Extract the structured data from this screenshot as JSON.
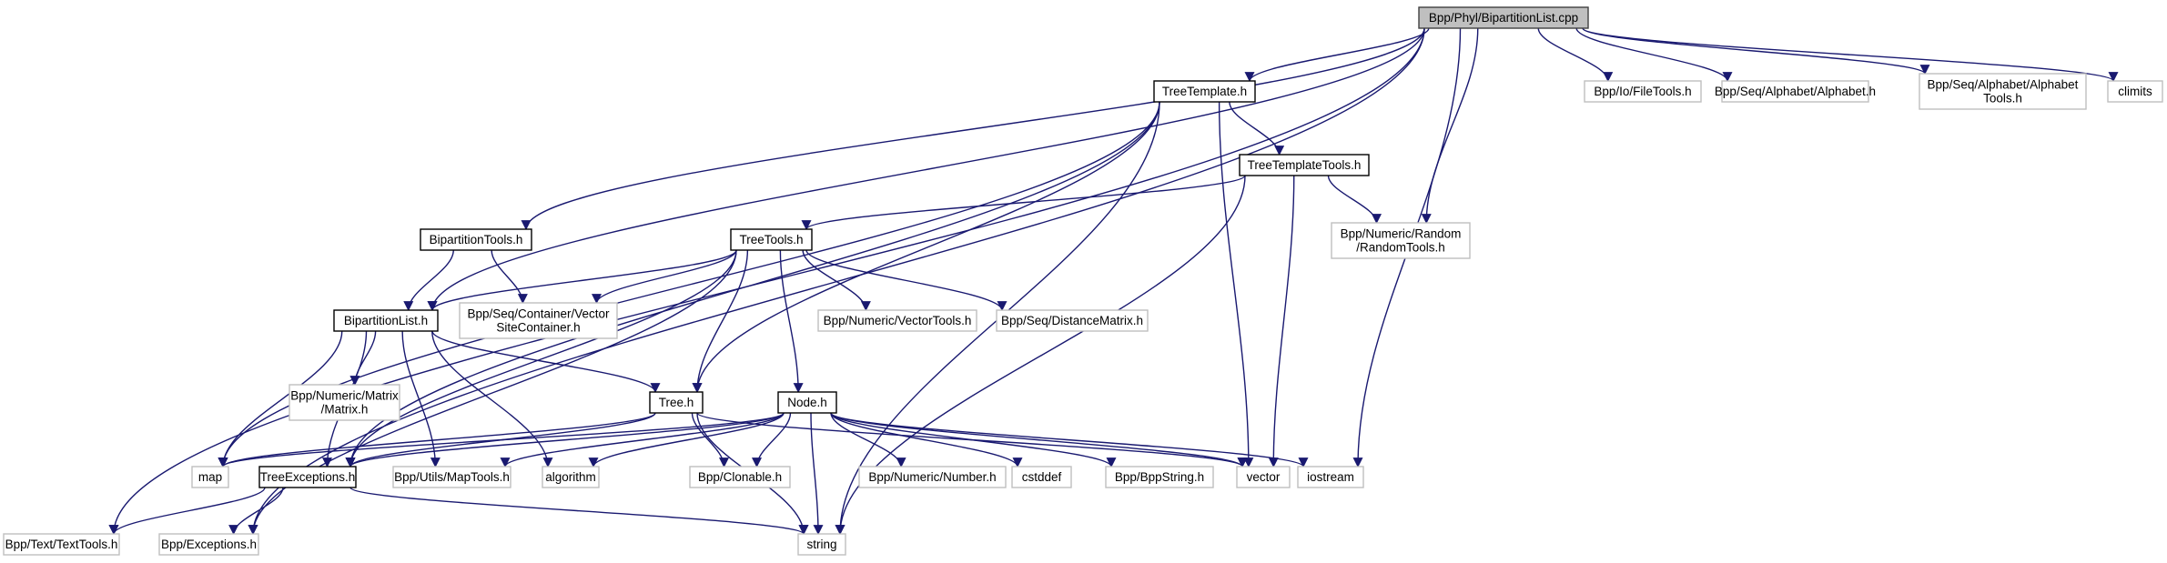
{
  "title": "Include dependency graph for Bpp/Phyl/BipartitionList.cpp",
  "colors": {
    "edge": "#191970",
    "root_fill": "#bfbfbf",
    "root_border": "#404040",
    "internal_fill": "#ffffff",
    "internal_border": "#000000",
    "external_fill": "#ffffff",
    "external_border": "#bfbfbf"
  },
  "nodes": [
    {
      "id": "root",
      "lines": [
        "Bpp/Phyl/BipartitionList.cpp"
      ],
      "kind": "root"
    },
    {
      "id": "TreeTemplate",
      "lines": [
        "TreeTemplate.h"
      ],
      "kind": "internal"
    },
    {
      "id": "FileTools",
      "lines": [
        "Bpp/Io/FileTools.h"
      ],
      "kind": "external"
    },
    {
      "id": "Alphabet",
      "lines": [
        "Bpp/Seq/Alphabet/Alphabet.h"
      ],
      "kind": "external"
    },
    {
      "id": "AlphabetTools",
      "lines": [
        "Bpp/Seq/Alphabet/Alphabet",
        "Tools.h"
      ],
      "kind": "external"
    },
    {
      "id": "climits",
      "lines": [
        "climits"
      ],
      "kind": "external"
    },
    {
      "id": "TreeTemplateTools",
      "lines": [
        "TreeTemplateTools.h"
      ],
      "kind": "internal"
    },
    {
      "id": "RandomTools",
      "lines": [
        "Bpp/Numeric/Random",
        "/RandomTools.h"
      ],
      "kind": "external"
    },
    {
      "id": "BipartitionTools",
      "lines": [
        "BipartitionTools.h"
      ],
      "kind": "internal"
    },
    {
      "id": "TreeTools",
      "lines": [
        "TreeTools.h"
      ],
      "kind": "internal"
    },
    {
      "id": "BipartitionList",
      "lines": [
        "BipartitionList.h"
      ],
      "kind": "internal"
    },
    {
      "id": "VectorSiteContainer",
      "lines": [
        "Bpp/Seq/Container/Vector",
        "SiteContainer.h"
      ],
      "kind": "external"
    },
    {
      "id": "VectorTools",
      "lines": [
        "Bpp/Numeric/VectorTools.h"
      ],
      "kind": "external"
    },
    {
      "id": "DistanceMatrix",
      "lines": [
        "Bpp/Seq/DistanceMatrix.h"
      ],
      "kind": "external"
    },
    {
      "id": "Matrix",
      "lines": [
        "Bpp/Numeric/Matrix",
        "/Matrix.h"
      ],
      "kind": "external"
    },
    {
      "id": "Tree",
      "lines": [
        "Tree.h"
      ],
      "kind": "internal"
    },
    {
      "id": "Node",
      "lines": [
        "Node.h"
      ],
      "kind": "internal"
    },
    {
      "id": "map",
      "lines": [
        "map"
      ],
      "kind": "external"
    },
    {
      "id": "TreeExceptions",
      "lines": [
        "TreeExceptions.h"
      ],
      "kind": "internal"
    },
    {
      "id": "MapTools",
      "lines": [
        "Bpp/Utils/MapTools.h"
      ],
      "kind": "external"
    },
    {
      "id": "algorithm",
      "lines": [
        "algorithm"
      ],
      "kind": "external"
    },
    {
      "id": "Clonable",
      "lines": [
        "Bpp/Clonable.h"
      ],
      "kind": "external"
    },
    {
      "id": "Number",
      "lines": [
        "Bpp/Numeric/Number.h"
      ],
      "kind": "external"
    },
    {
      "id": "cstddef",
      "lines": [
        "cstddef"
      ],
      "kind": "external"
    },
    {
      "id": "BppString",
      "lines": [
        "Bpp/BppString.h"
      ],
      "kind": "external"
    },
    {
      "id": "vector",
      "lines": [
        "vector"
      ],
      "kind": "external"
    },
    {
      "id": "iostream",
      "lines": [
        "iostream"
      ],
      "kind": "external"
    },
    {
      "id": "TextTools",
      "lines": [
        "Bpp/Text/TextTools.h"
      ],
      "kind": "external"
    },
    {
      "id": "Exceptions",
      "lines": [
        "Bpp/Exceptions.h"
      ],
      "kind": "external"
    },
    {
      "id": "string",
      "lines": [
        "string"
      ],
      "kind": "external"
    }
  ],
  "edges": [
    [
      "root",
      "TreeTemplate"
    ],
    [
      "root",
      "FileTools"
    ],
    [
      "root",
      "Alphabet"
    ],
    [
      "root",
      "AlphabetTools"
    ],
    [
      "root",
      "climits"
    ],
    [
      "root",
      "RandomTools"
    ],
    [
      "root",
      "iostream"
    ],
    [
      "root",
      "BipartitionTools"
    ],
    [
      "root",
      "BipartitionList"
    ],
    [
      "root",
      "TextTools"
    ],
    [
      "root",
      "Exceptions"
    ],
    [
      "TreeTemplate",
      "TreeTemplateTools"
    ],
    [
      "TreeTemplate",
      "vector"
    ],
    [
      "TreeTemplate",
      "string"
    ],
    [
      "TreeTemplate",
      "Tree"
    ],
    [
      "TreeTemplate",
      "map"
    ],
    [
      "TreeTemplate",
      "TreeExceptions"
    ],
    [
      "TreeTemplateTools",
      "TreeTools"
    ],
    [
      "TreeTemplateTools",
      "RandomTools"
    ],
    [
      "TreeTemplateTools",
      "vector"
    ],
    [
      "TreeTemplateTools",
      "string"
    ],
    [
      "BipartitionTools",
      "BipartitionList"
    ],
    [
      "BipartitionTools",
      "VectorSiteContainer"
    ],
    [
      "TreeTools",
      "BipartitionList"
    ],
    [
      "TreeTools",
      "VectorSiteContainer"
    ],
    [
      "TreeTools",
      "VectorTools"
    ],
    [
      "TreeTools",
      "DistanceMatrix"
    ],
    [
      "TreeTools",
      "Tree"
    ],
    [
      "TreeTools",
      "Node"
    ],
    [
      "TreeTools",
      "TreeExceptions"
    ],
    [
      "TreeTools",
      "Exceptions"
    ],
    [
      "BipartitionList",
      "Matrix"
    ],
    [
      "BipartitionList",
      "Tree"
    ],
    [
      "BipartitionList",
      "map"
    ],
    [
      "BipartitionList",
      "MapTools"
    ],
    [
      "BipartitionList",
      "algorithm"
    ],
    [
      "BipartitionList",
      "TreeExceptions"
    ],
    [
      "Tree",
      "map"
    ],
    [
      "Tree",
      "TreeExceptions"
    ],
    [
      "Tree",
      "Clonable"
    ],
    [
      "Tree",
      "string"
    ],
    [
      "Tree",
      "vector"
    ],
    [
      "Node",
      "map"
    ],
    [
      "Node",
      "TreeExceptions"
    ],
    [
      "Node",
      "MapTools"
    ],
    [
      "Node",
      "algorithm"
    ],
    [
      "Node",
      "Clonable"
    ],
    [
      "Node",
      "Number"
    ],
    [
      "Node",
      "cstddef"
    ],
    [
      "Node",
      "BppString"
    ],
    [
      "Node",
      "vector"
    ],
    [
      "Node",
      "iostream"
    ],
    [
      "Node",
      "string"
    ],
    [
      "TreeExceptions",
      "TextTools"
    ],
    [
      "TreeExceptions",
      "Exceptions"
    ],
    [
      "TreeExceptions",
      "string"
    ]
  ]
}
